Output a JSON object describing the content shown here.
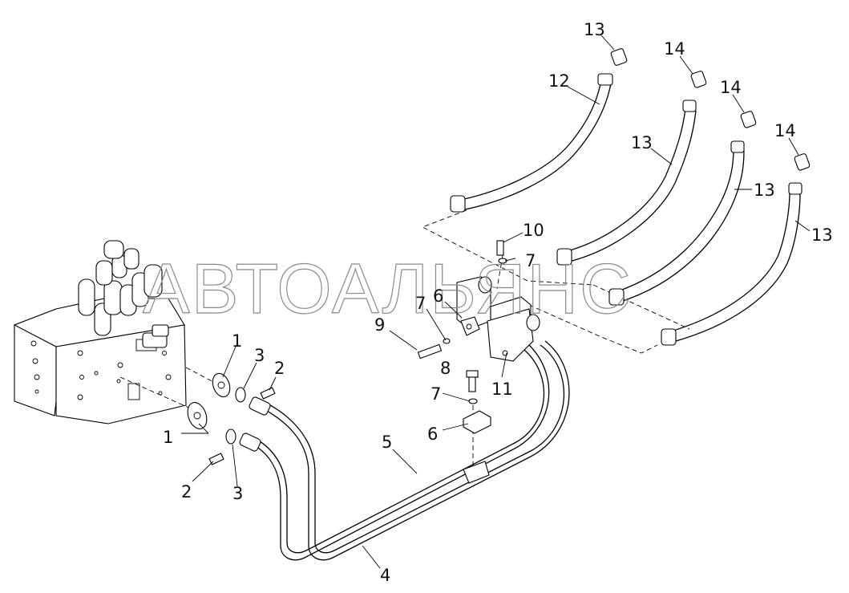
{
  "watermark": "АВТОАЛЬЯНС",
  "callouts": {
    "c1a": "1",
    "c1b": "1",
    "c2a": "2",
    "c2b": "2",
    "c3a": "3",
    "c3b": "3",
    "c4": "4",
    "c5": "5",
    "c6a": "6",
    "c6b": "6",
    "c7a": "7",
    "c7b": "7",
    "c7c": "7",
    "c8": "8",
    "c9": "9",
    "c10": "10",
    "c11": "11",
    "c12": "12",
    "c13a": "13",
    "c13b": "13",
    "c13c": "13",
    "c13d": "13",
    "c14a": "14",
    "c14b": "14",
    "c14c": "14"
  }
}
